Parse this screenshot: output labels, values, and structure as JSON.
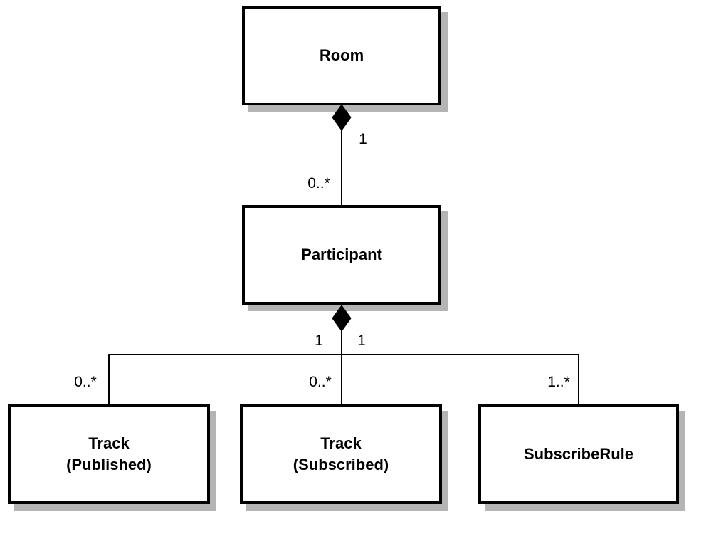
{
  "diagram": {
    "type": "uml-class-composition",
    "nodes": [
      {
        "id": "room",
        "lines": [
          "Room"
        ]
      },
      {
        "id": "participant",
        "lines": [
          "Participant"
        ]
      },
      {
        "id": "track-published",
        "lines": [
          "Track",
          "(Published)"
        ]
      },
      {
        "id": "track-subscribed",
        "lines": [
          "Track",
          "(Subscribed)"
        ]
      },
      {
        "id": "subscribe-rule",
        "lines": [
          "SubscribeRule"
        ]
      }
    ],
    "edges": [
      {
        "from": "Room",
        "to": "Participant",
        "relation": "composition"
      },
      {
        "from": "Participant",
        "to": "Track (Published)",
        "relation": "composition"
      },
      {
        "from": "Participant",
        "to": "Track (Subscribed)",
        "relation": "composition"
      },
      {
        "from": "Participant",
        "to": "SubscribeRule",
        "relation": "composition"
      }
    ],
    "multiplicity_labels": {
      "room_child_end": "1",
      "participant_parent_end": "0..*",
      "participant_child_end_left": "1",
      "participant_child_end_right": "1",
      "track_published_end": "0..*",
      "track_subscribed_end": "0..*",
      "subscribe_rule_end": "1..*"
    },
    "colors": {
      "bg": "#ffffff",
      "box_fill": "#ffffff",
      "box_border": "#000000",
      "shadow": "#b4b4b4",
      "text": "#000000",
      "connector": "#000000"
    }
  }
}
